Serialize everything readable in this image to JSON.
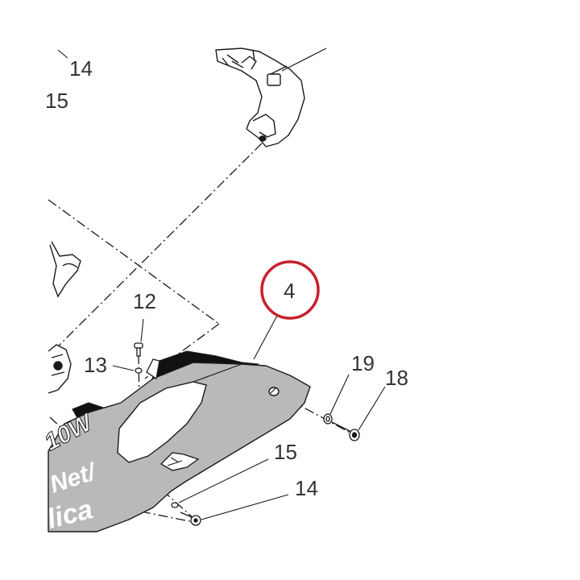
{
  "diagram": {
    "callouts": {
      "c14_top": "14",
      "c15_top": "15",
      "c12": "12",
      "c13": "13",
      "c4": "4",
      "c19": "19",
      "c18": "18",
      "c15_bottom": "15",
      "c14_bottom": "14"
    },
    "fairing_graphics": {
      "text_1": "10W",
      "text_2": "Net/",
      "text_3": "lica"
    },
    "colors": {
      "line": "#1a1a1a",
      "panel_fill": "#b9b9b9",
      "panel_dark": "#111111",
      "highlight_circle": "#c8202f",
      "callout_text": "#333333",
      "graphic_text": "#ffffff"
    }
  }
}
